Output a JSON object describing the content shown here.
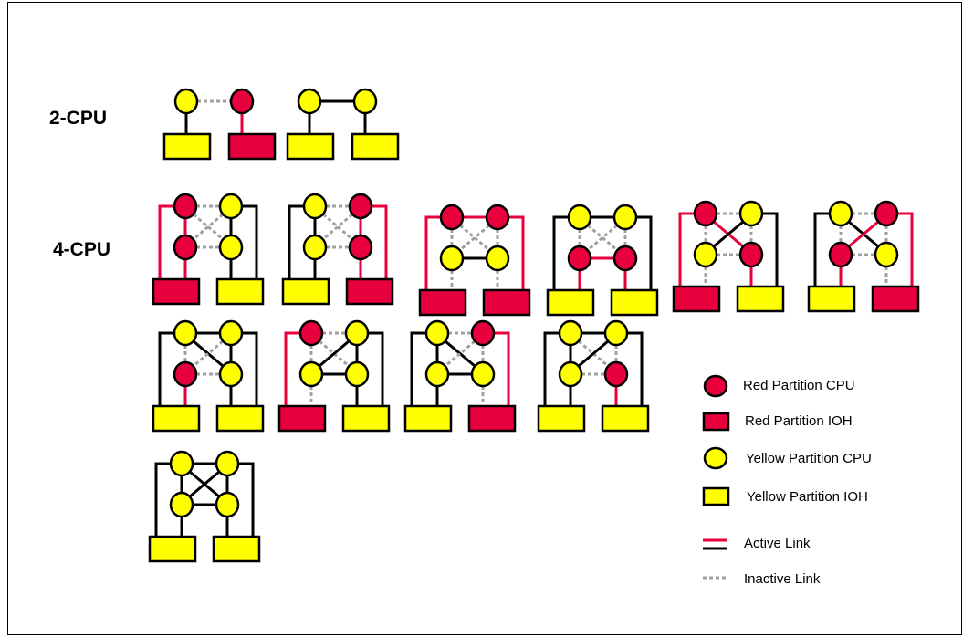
{
  "row_labels": {
    "two_cpu": "2-CPU",
    "four_cpu": "4-CPU"
  },
  "legend": {
    "red_cpu": "Red Partition CPU",
    "red_ioh": "Red Partition IOH",
    "yellow_cpu": "Yellow Partition CPU",
    "yellow_ioh": "Yellow Partition IOH",
    "active_link": "Active Link",
    "inactive_link": "Inactive Link"
  },
  "colors": {
    "red": "#e8003c",
    "yellow": "#ffff00",
    "active_black": "#000000",
    "active_red": "#e8003c",
    "inactive": "#a0a0a0"
  },
  "configurations": {
    "two_cpu": [
      {
        "cpus": [
          "Y",
          "R"
        ],
        "link": "inactive"
      },
      {
        "cpus": [
          "Y",
          "Y"
        ],
        "link": "active"
      }
    ],
    "four_cpu": [
      {
        "cpus": [
          "R",
          "Y",
          "R",
          "Y"
        ]
      },
      {
        "cpus": [
          "Y",
          "R",
          "Y",
          "R"
        ]
      },
      {
        "cpus": [
          "R",
          "R",
          "Y",
          "Y"
        ]
      },
      {
        "cpus": [
          "Y",
          "Y",
          "R",
          "R"
        ]
      },
      {
        "cpus": [
          "R",
          "Y",
          "Y",
          "R"
        ]
      },
      {
        "cpus": [
          "Y",
          "R",
          "R",
          "Y"
        ]
      },
      {
        "cpus": [
          "Y",
          "Y",
          "R",
          "Y"
        ]
      },
      {
        "cpus": [
          "R",
          "Y",
          "Y",
          "Y"
        ]
      },
      {
        "cpus": [
          "Y",
          "R",
          "Y",
          "Y"
        ]
      },
      {
        "cpus": [
          "Y",
          "Y",
          "Y",
          "R"
        ]
      },
      {
        "cpus": [
          "Y",
          "Y",
          "Y",
          "Y"
        ]
      }
    ]
  }
}
